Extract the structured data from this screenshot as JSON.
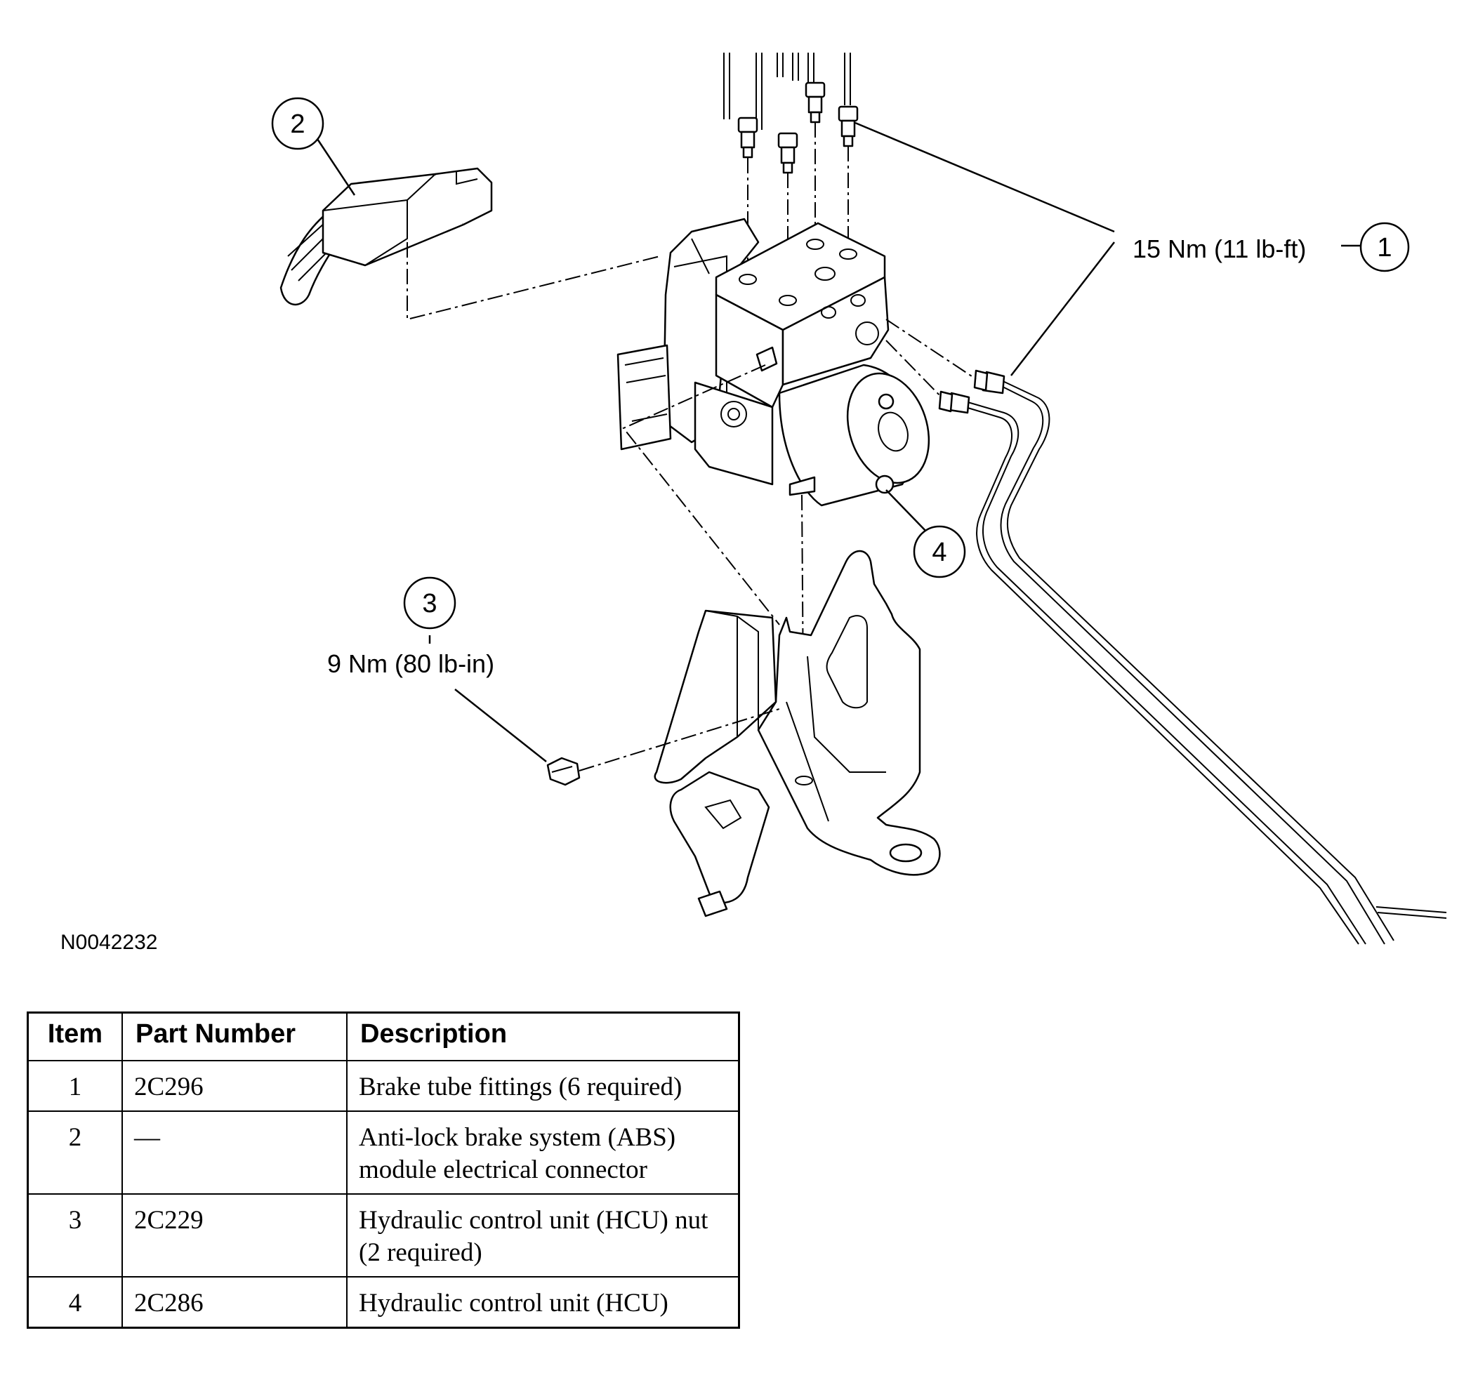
{
  "figure": {
    "id": "N0042232",
    "callouts": [
      {
        "number": "1",
        "torque": "15 Nm (11 lb-ft)"
      },
      {
        "number": "2",
        "torque": ""
      },
      {
        "number": "3",
        "torque": "9 Nm (80 lb-in)"
      },
      {
        "number": "4",
        "torque": ""
      }
    ]
  },
  "table": {
    "headers": {
      "item": "Item",
      "part_number": "Part Number",
      "description": "Description"
    },
    "rows": [
      {
        "item": "1",
        "part_number": "2C296",
        "description": "Brake tube fittings (6 required)"
      },
      {
        "item": "2",
        "part_number": "—",
        "description": "Anti-lock brake system (ABS) module electrical connector"
      },
      {
        "item": "3",
        "part_number": "2C229",
        "description": "Hydraulic control unit (HCU) nut (2 required)"
      },
      {
        "item": "4",
        "part_number": "2C286",
        "description": "Hydraulic control unit (HCU)"
      }
    ]
  }
}
